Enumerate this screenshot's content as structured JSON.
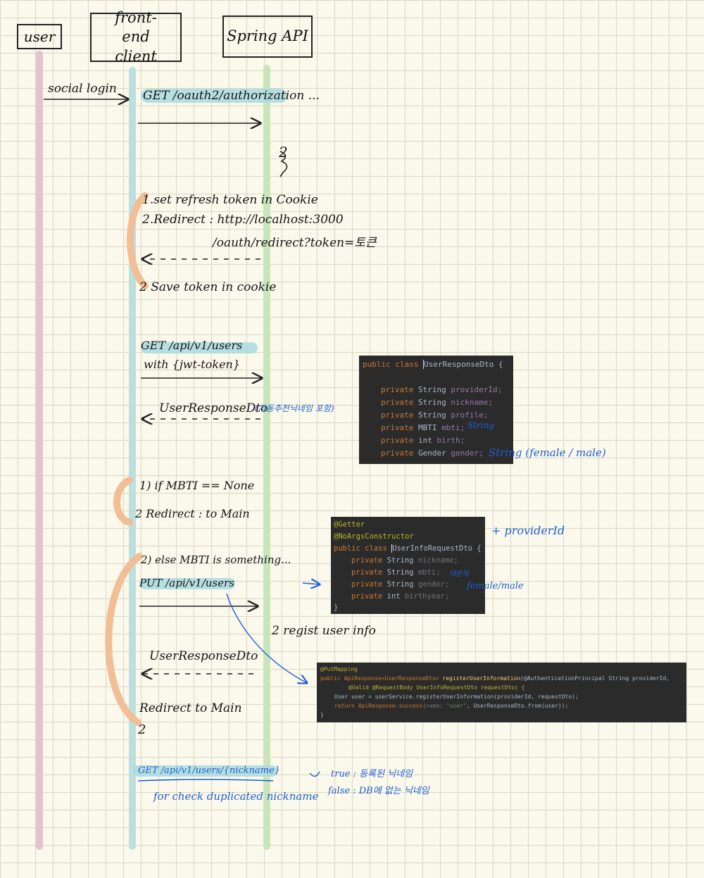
{
  "participants": {
    "user": "user",
    "client": "front-end client",
    "api": "Spring API"
  },
  "steps": {
    "social_login": "social login",
    "get_auth": "GET /oauth2/authorization ...",
    "step_num": "2",
    "set_refresh": "1.set refresh token in Cookie",
    "redirect_1": "2.Redirect : http://localhost:3000",
    "redirect_2": "/oauth/redirect?token=토큰",
    "save_token": "2 Save token in cookie",
    "get_users": "GET /api/v1/users",
    "with_jwt": "with {jwt-token}",
    "user_response": "UserResponseDto",
    "user_response_note": "(자동추천닉네임 포함)",
    "if_mbti": "1) if MBTI == None",
    "redirect_main": "2 Redirect : to Main",
    "else_mbti": "2) else MBTI is something...",
    "put_users": "PUT /api/v1/users",
    "regist": "2 regist user info",
    "user_response_2": "UserResponseDto",
    "redirect_main_2": "Redirect to Main",
    "step_2b": "2",
    "get_nickname": "GET /api/v1/users/{nickname}",
    "check_dup": "for check duplicated nickname",
    "true_note": "true : 등록된 닉네임",
    "false_note": "false : DB에 없는 닉네임"
  },
  "annotations": {
    "string1": "String",
    "string2": "String (female / male)",
    "provider_plus": "+ providerId",
    "mbti_note": "대문자",
    "female_male": "female/male"
  },
  "code1": {
    "header_pre": "public class ",
    "header_name": "UserResponseDto",
    "header_post": " {",
    "lines": [
      {
        "kw": "private ",
        "type": "String ",
        "field": "providerId;"
      },
      {
        "kw": "private ",
        "type": "String ",
        "field": "nickname;"
      },
      {
        "kw": "private ",
        "type": "String ",
        "field": "profile;"
      },
      {
        "kw": "private ",
        "type": "MBTI ",
        "field": "mbti;"
      },
      {
        "kw": "private ",
        "type": "int ",
        "field": "birth;"
      },
      {
        "kw": "private ",
        "type": "Gender ",
        "field": "gender;"
      }
    ]
  },
  "code2": {
    "ann1": "@Getter",
    "ann2": "@NoArgsConstructor",
    "header_pre": "public class ",
    "header_name": "UserInfoRequestDto",
    "header_post": " {",
    "lines": [
      {
        "kw": "private ",
        "type": "String ",
        "field": "nickname;"
      },
      {
        "kw": "private ",
        "type": "String ",
        "field": "mbti;"
      },
      {
        "kw": "private ",
        "type": "String ",
        "field": "gender;"
      },
      {
        "kw": "private ",
        "type": "int ",
        "field": "birthyear;"
      }
    ],
    "close": "}"
  },
  "code3": {
    "ann": "@PutMapping",
    "l1_a": "public ApiResponse<UserResponseDto> ",
    "l1_m": "registerUserInformation",
    "l1_b": "(@AuthenticationPrincipal String providerId,",
    "l2": "@Valid @RequestBody UserInfoRequestDto requestDto) {",
    "l3": "User user = userService.registerUserInformation(providerId, requestDto);",
    "l4_a": "return ApiResponse.success(",
    "l4_hint": "name: ",
    "l4_s": "\"user\"",
    "l4_b": ", UserResponseDto.from(user));",
    "close": "}"
  }
}
